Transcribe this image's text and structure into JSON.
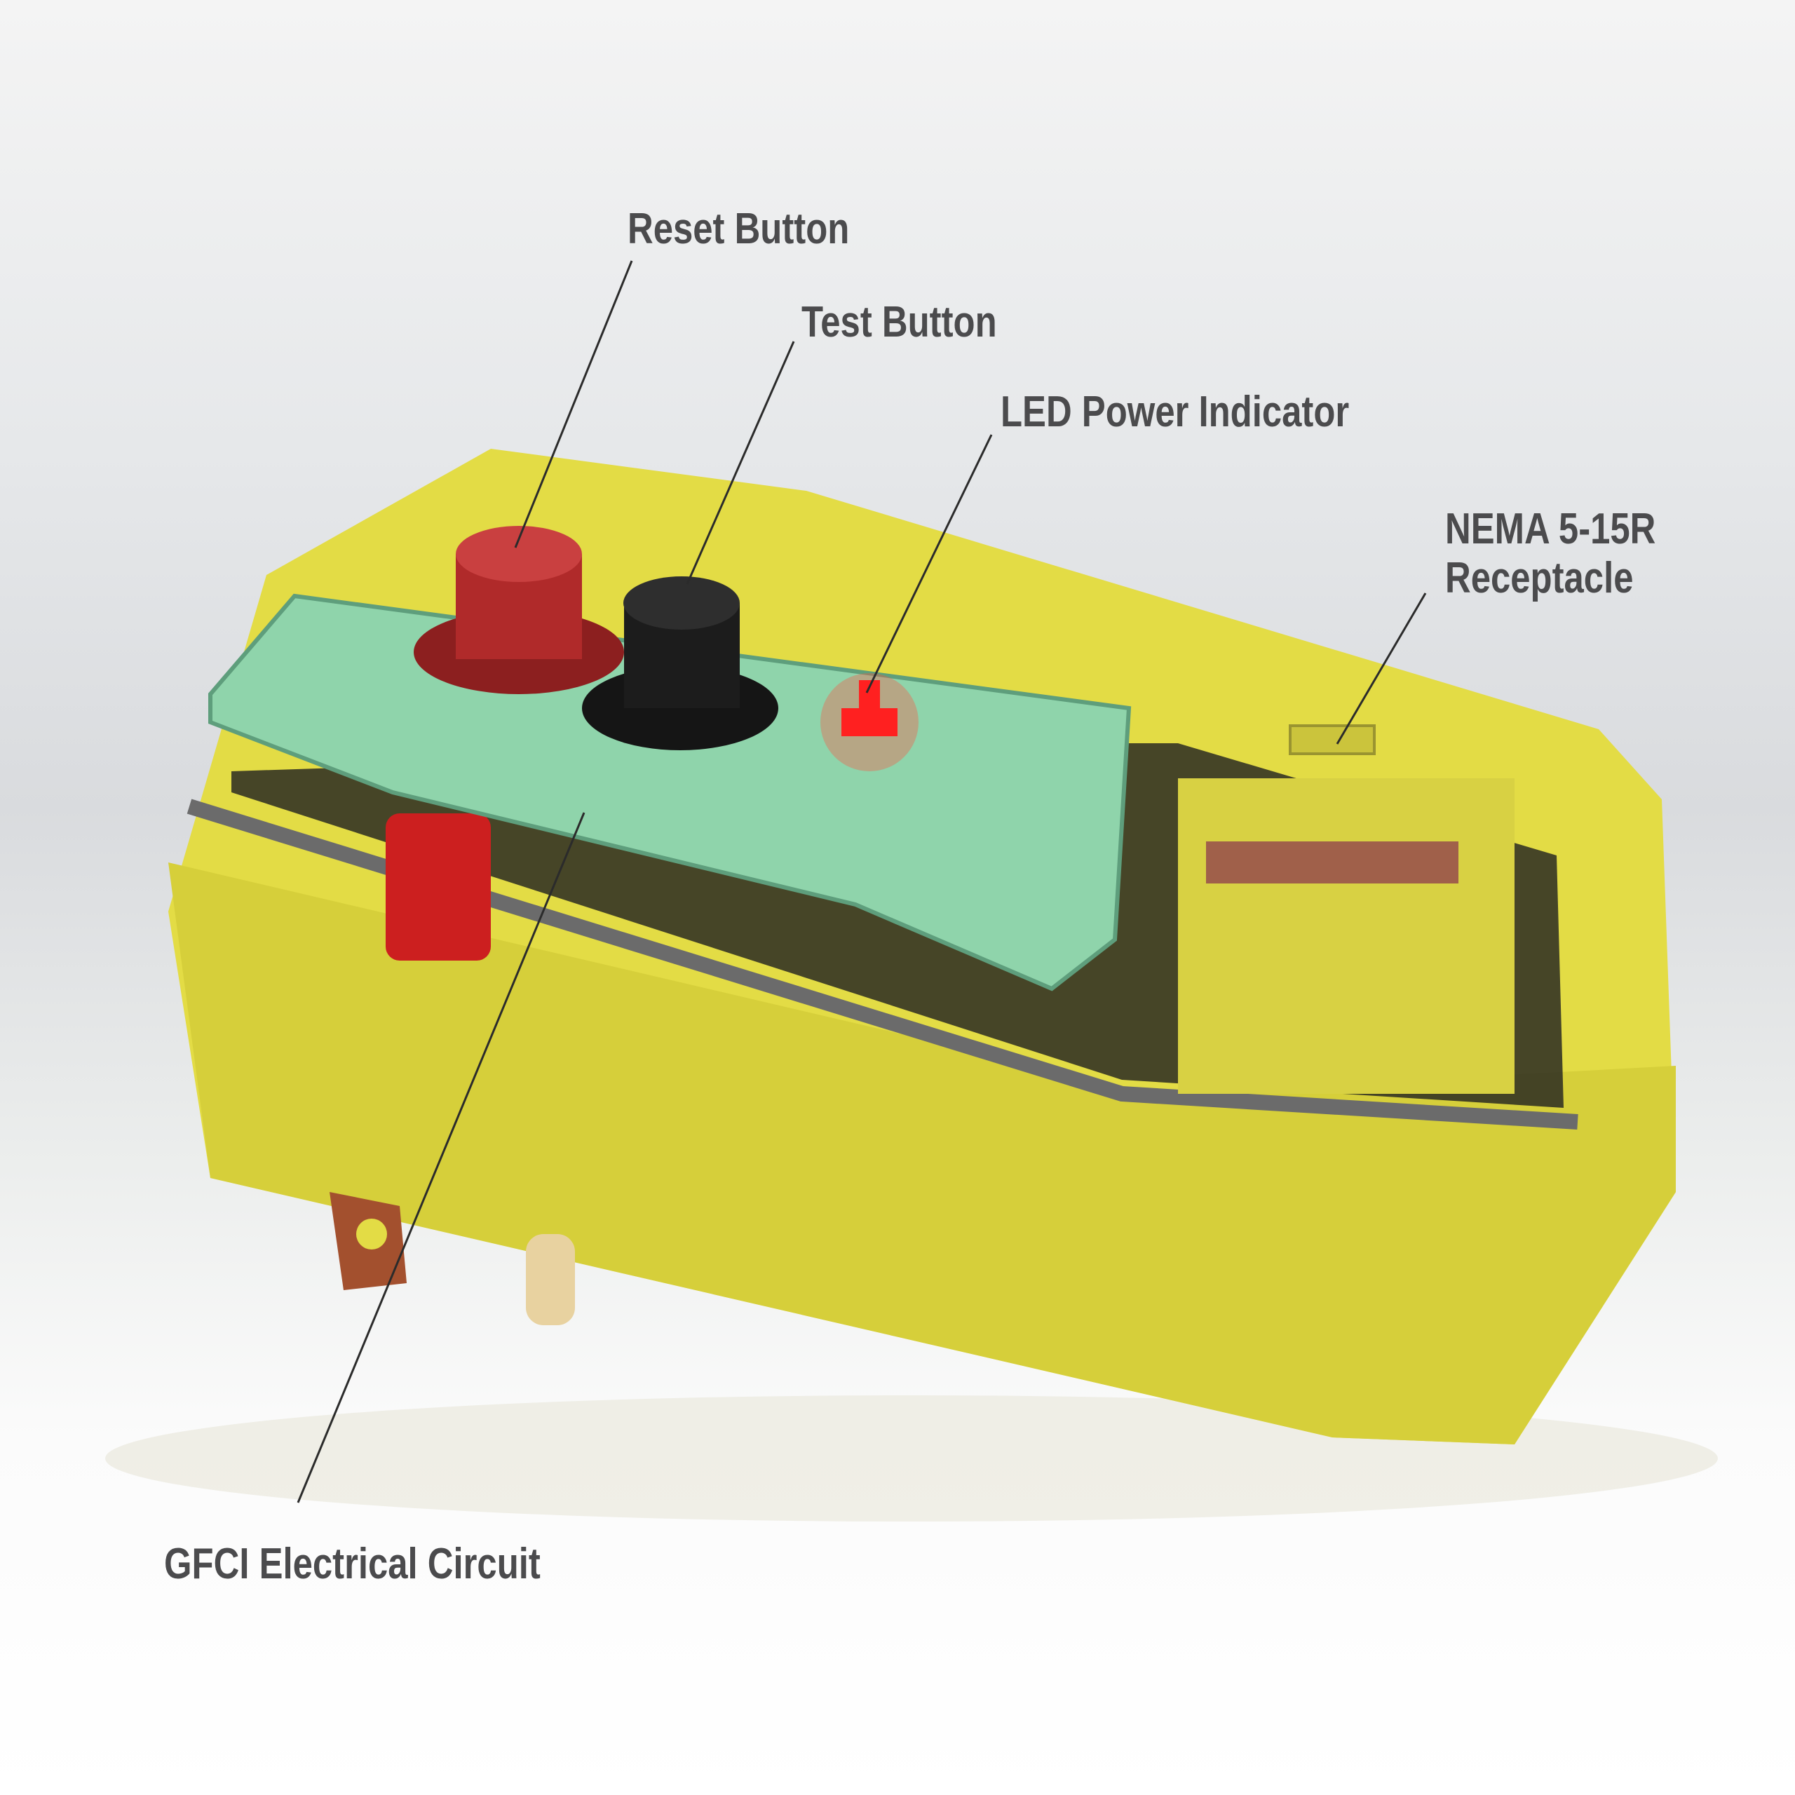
{
  "callouts": {
    "reset": "Reset Button",
    "test": "Test Button",
    "led": "LED Power Indicator",
    "nema_line1": "NEMA 5-15R",
    "nema_line2": "Receptacle",
    "gfci": "GFCI Electrical Circuit"
  },
  "colors": {
    "housing": "#e3dc45",
    "pcb": "#8fd4ab",
    "reset_button": "#b02a2a",
    "test_button": "#1c1c1c",
    "led": "#ff2020",
    "label_text": "#4b4b4d"
  }
}
